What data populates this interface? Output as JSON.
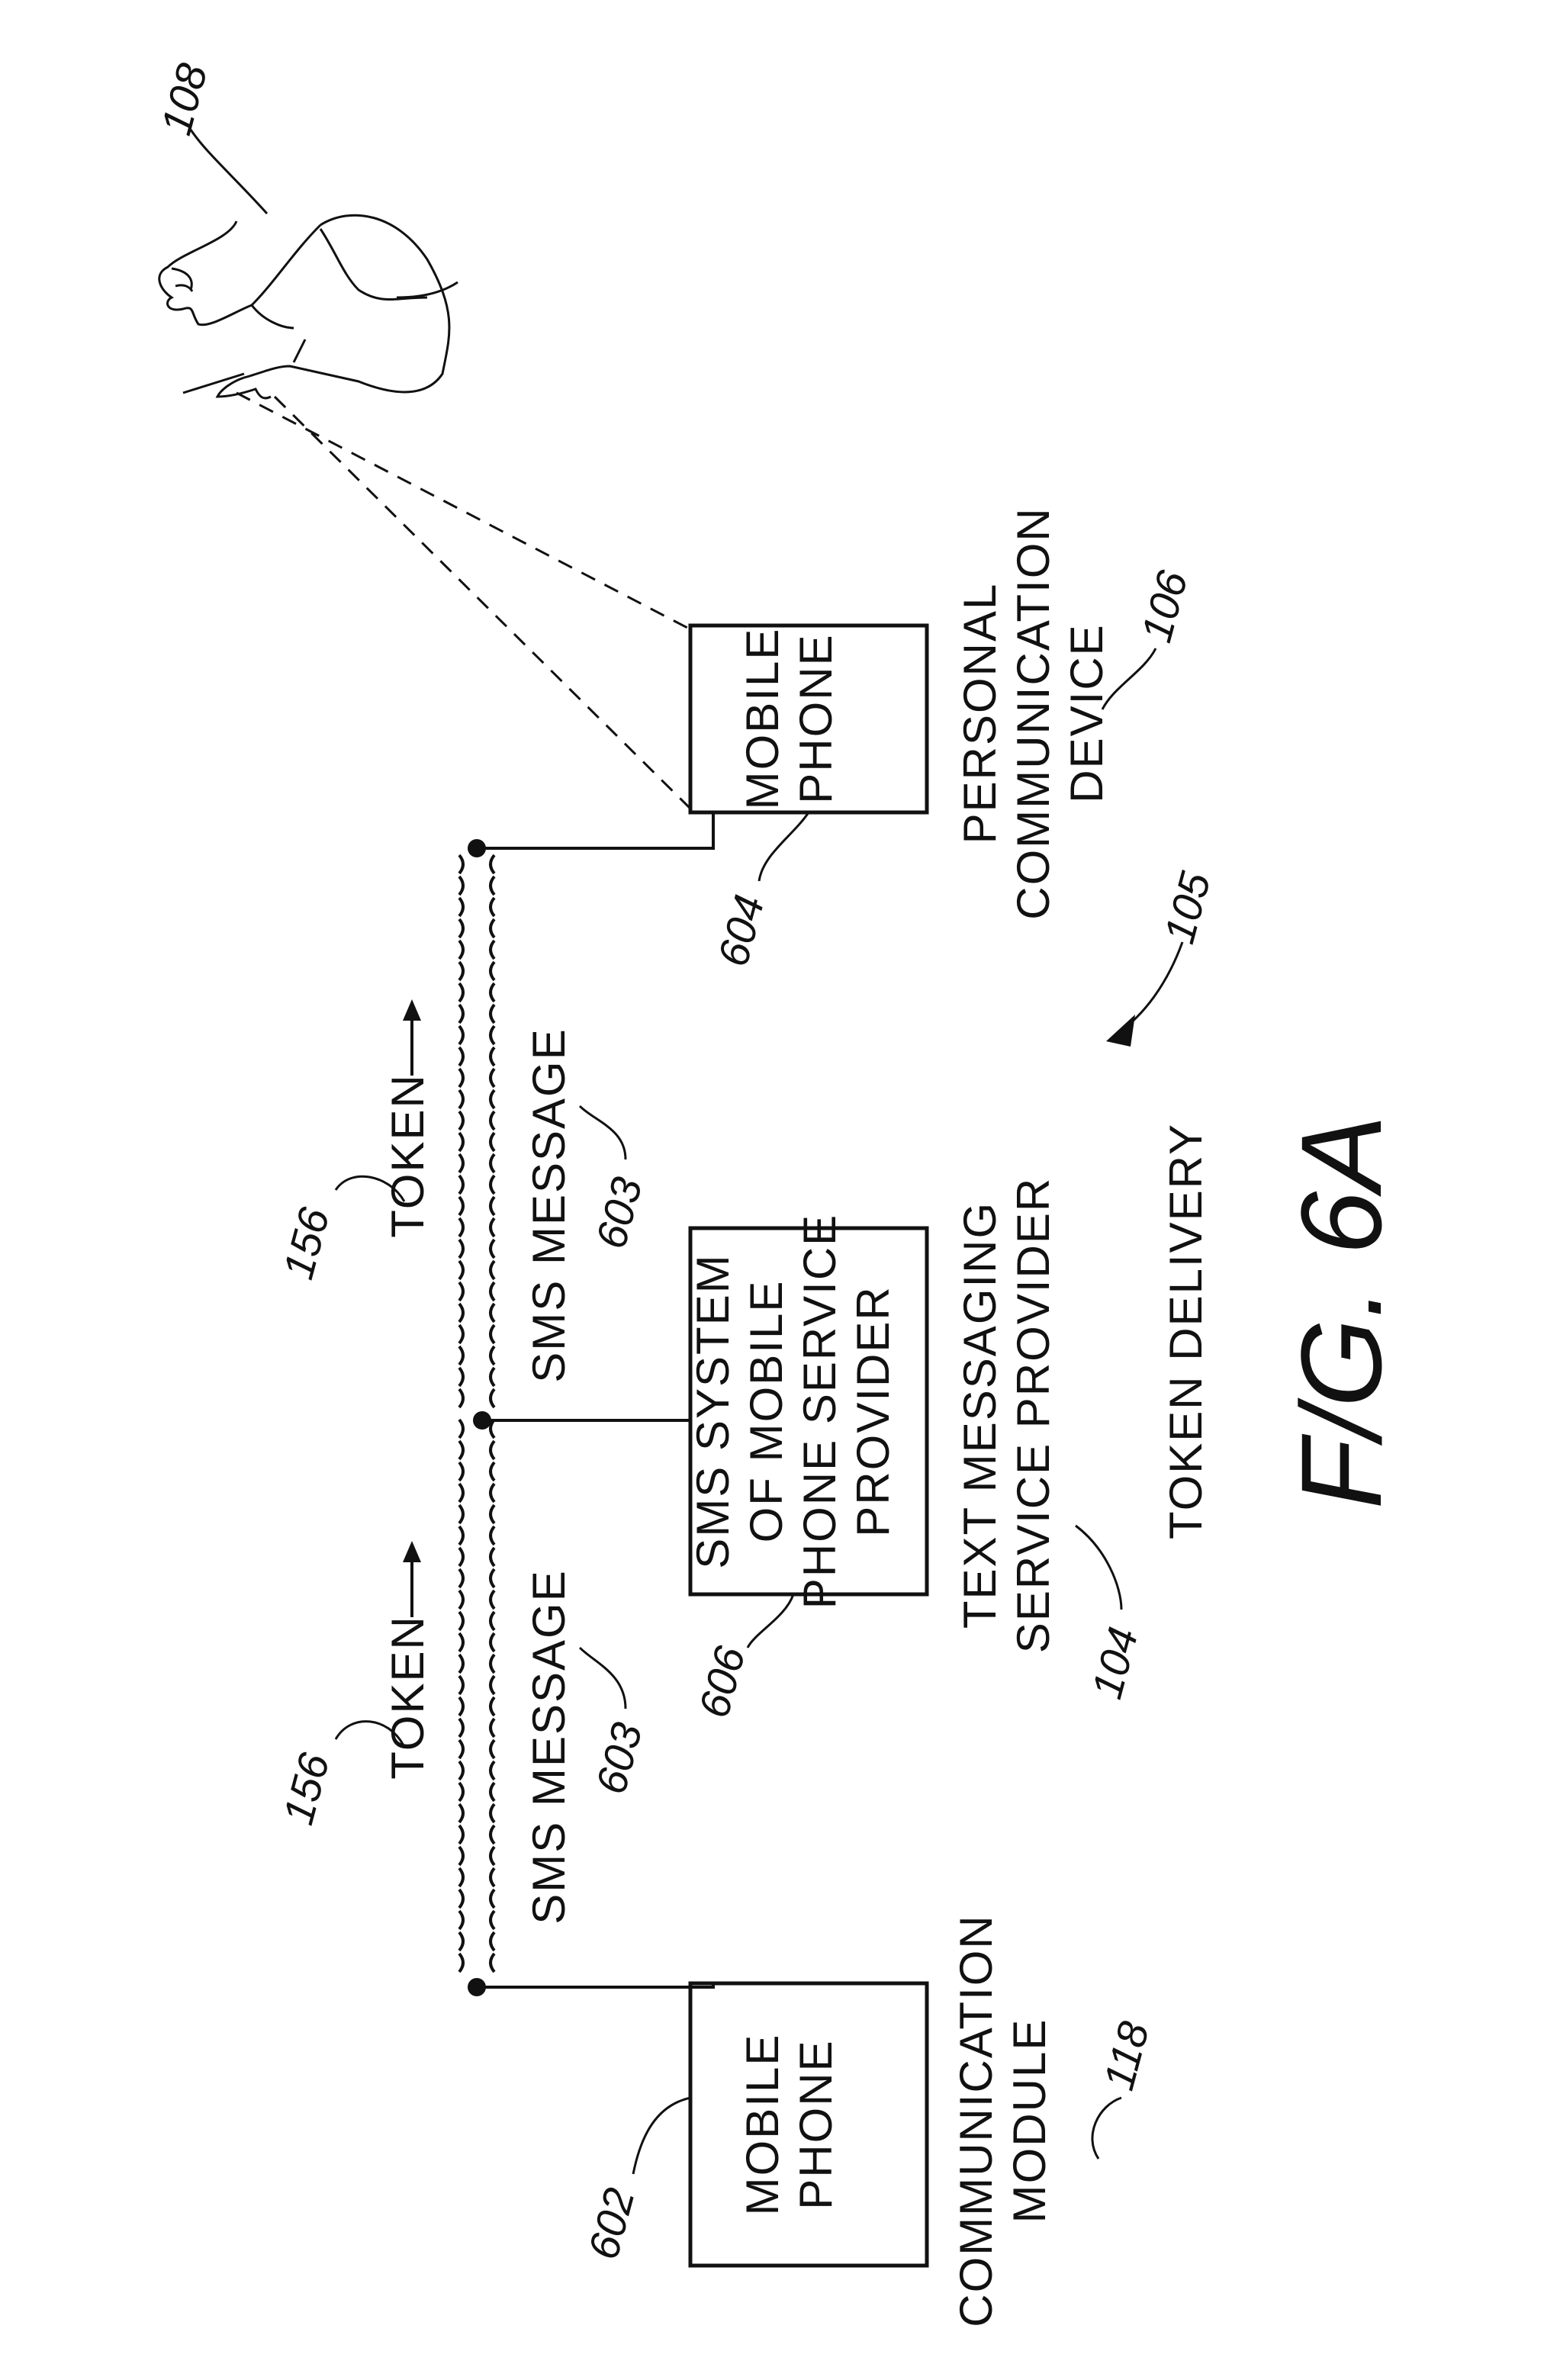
{
  "boxes": {
    "mobile_phone_left": {
      "line1": "MOBILE",
      "line2": "PHONE"
    },
    "sms_system": {
      "line1": "SMS SYSTEM",
      "line2": "OF MOBILE",
      "line3": "PHONE SERVICE",
      "line4": "PROVIDER"
    },
    "mobile_phone_right": {
      "line1": "MOBILE",
      "line2": "PHONE"
    }
  },
  "labels": {
    "communication_module": {
      "line1": "COMMUNICATION",
      "line2": "MODULE"
    },
    "text_messaging": {
      "line1": "TEXT MESSAGING",
      "line2": "SERVICE PROVIDER"
    },
    "personal_device": {
      "line1": "PERSONAL",
      "line2": "COMMUNICATION",
      "line3": "DEVICE"
    },
    "token_left": "TOKEN",
    "token_right": "TOKEN",
    "sms_message_left": "SMS MESSAGE",
    "sms_message_right": "SMS MESSAGE",
    "token_delivery": "TOKEN DELIVERY"
  },
  "refs": {
    "r602": "602",
    "r118": "118",
    "r156_left": "156",
    "r603_left": "603",
    "r606": "606",
    "r104": "104",
    "r156_right": "156",
    "r603_right": "603",
    "r604": "604",
    "r105": "105",
    "r106": "106",
    "r108": "108"
  },
  "figure_label": "F/G. 6A"
}
